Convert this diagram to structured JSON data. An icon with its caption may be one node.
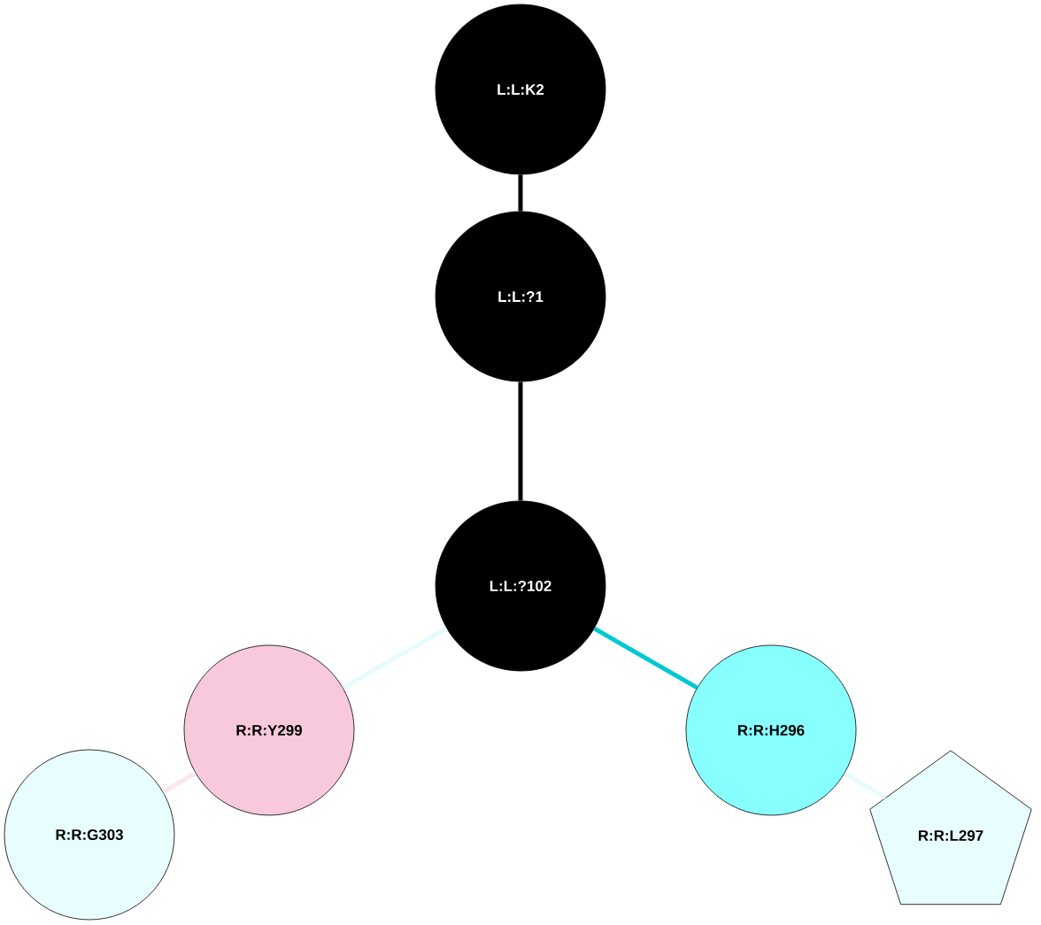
{
  "diagram": {
    "nodes": [
      {
        "text": [
          "L:L:K2"
        ]
      },
      {
        "text": [
          "L:L:?1"
        ]
      },
      {
        "text": [
          "L:L:?102"
        ]
      },
      {
        "text": [
          "R:R:Y299"
        ]
      },
      {
        "text": [
          "R:R:G303"
        ]
      },
      {
        "text": [
          "R:R:H296"
        ]
      },
      {
        "text": [
          "R:R:L297"
        ]
      }
    ],
    "edges": [
      {
        "from": 0,
        "to": 1,
        "arrow": "none",
        "color": "#000000"
      },
      {
        "from": 1,
        "to": 2,
        "arrow": "none",
        "color": "#000000"
      },
      {
        "from": 2,
        "to": 3,
        "arrow": "none",
        "color": "#e6fcfc"
      },
      {
        "from": 2,
        "to": 5,
        "arrow": "none",
        "color": "#00c8d2"
      },
      {
        "from": 3,
        "to": 4,
        "arrow": "none",
        "color": "#fbe6ee"
      },
      {
        "from": 5,
        "to": 6,
        "arrow": "none",
        "color": "#e6fcfc"
      }
    ]
  }
}
